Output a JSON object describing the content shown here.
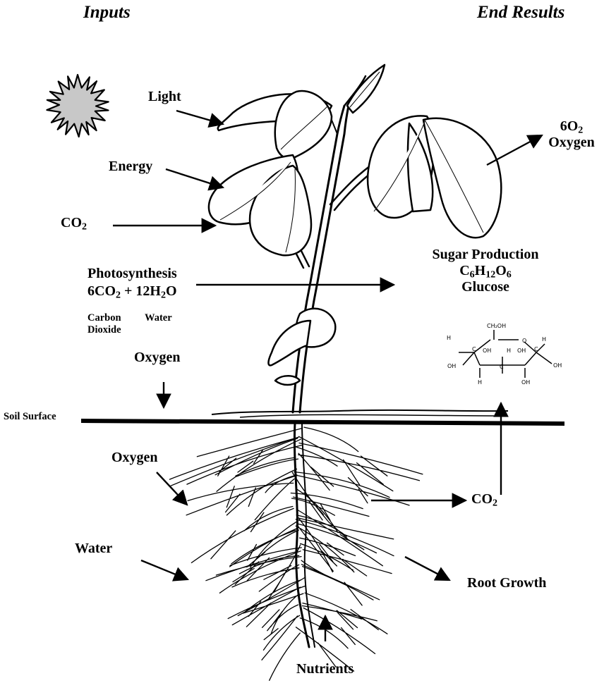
{
  "headers": {
    "inputs": "Inputs",
    "end_results": "End Results"
  },
  "labels": {
    "light": "Light",
    "energy": "Energy",
    "co2_left": {
      "base": "CO",
      "sub": "2"
    },
    "photosynthesis": "Photosynthesis",
    "equation": {
      "a": "6CO",
      "a_sub": "2",
      "b": " + 12H",
      "b_sub": "2",
      "c": "O"
    },
    "carbon": "Carbon",
    "dioxide": "Dioxide",
    "water_small": "Water",
    "oxygen_top": "Oxygen",
    "soil_surface": "Soil Surface",
    "oxygen_root": "Oxygen",
    "water_root": "Water",
    "nutrients": "Nutrients",
    "o2_result": {
      "base": "6O",
      "sub": "2",
      "name": "Oxygen"
    },
    "sugar_production": "Sugar Production",
    "glucose_formula": {
      "c": "C",
      "c_sub": "6",
      "h": "H",
      "h_sub": "12",
      "o": "O",
      "o_sub": "6"
    },
    "glucose": "Glucose",
    "co2_right": {
      "base": "CO",
      "sub": "2"
    },
    "root_growth": "Root Growth"
  },
  "molecule": {
    "top": "CH₂OH",
    "ring_o": "O",
    "h_left": "H",
    "h_right": "H",
    "h_mid": "H",
    "oh_in_left": "OH",
    "oh_in_right": "OH",
    "oh_left": "OH",
    "oh_right": "OH",
    "h_bot": "H",
    "oh_bot": "OH",
    "c": "C"
  }
}
